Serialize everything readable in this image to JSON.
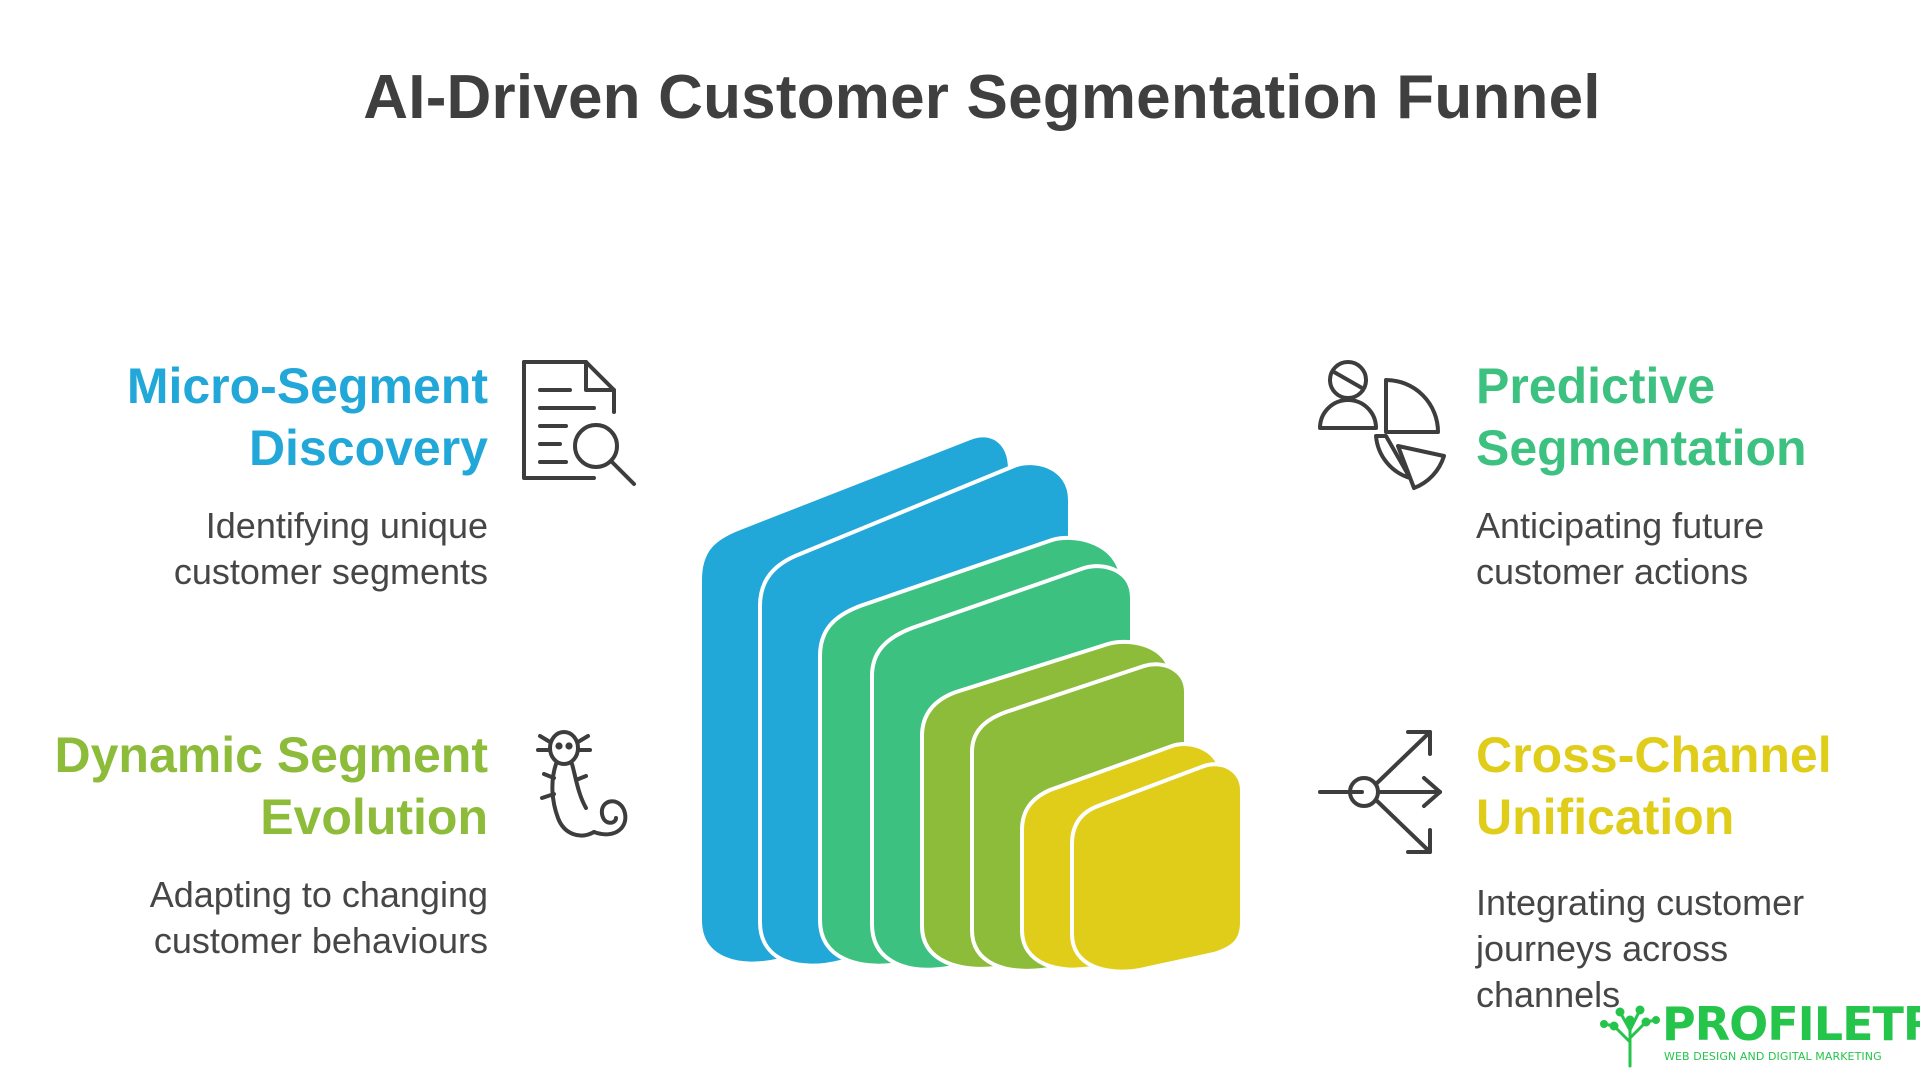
{
  "title": "AI-Driven Customer Segmentation Funnel",
  "stages": [
    {
      "title_line1": "Micro-Segment",
      "title_line2": "Discovery",
      "desc_line1": "Identifying unique",
      "desc_line2": "customer segments",
      "color": "#22a7d9",
      "icon": "document-search-icon"
    },
    {
      "title_line1": "Predictive",
      "title_line2": "Segmentation",
      "desc_line1": "Anticipating future",
      "desc_line2": "customer actions",
      "color": "#3dc181",
      "icon": "user-pie-chart-icon"
    },
    {
      "title_line1": "Dynamic Segment",
      "title_line2": "Evolution",
      "desc_line1": "Adapting to changing",
      "desc_line2": "customer behaviours",
      "color": "#8dbb3a",
      "icon": "axolotl-icon"
    },
    {
      "title_line1": "Cross-Channel",
      "title_line2": "Unification",
      "desc_line1": "Integrating customer",
      "desc_line2": "journeys across",
      "desc_line3": "channels",
      "color": "#e0cd1a",
      "icon": "branching-arrows-icon"
    }
  ],
  "logo": {
    "name": "PROFILETREE",
    "tagline": "WEB DESIGN AND DIGITAL MARKETING",
    "color": "#25c44a"
  }
}
